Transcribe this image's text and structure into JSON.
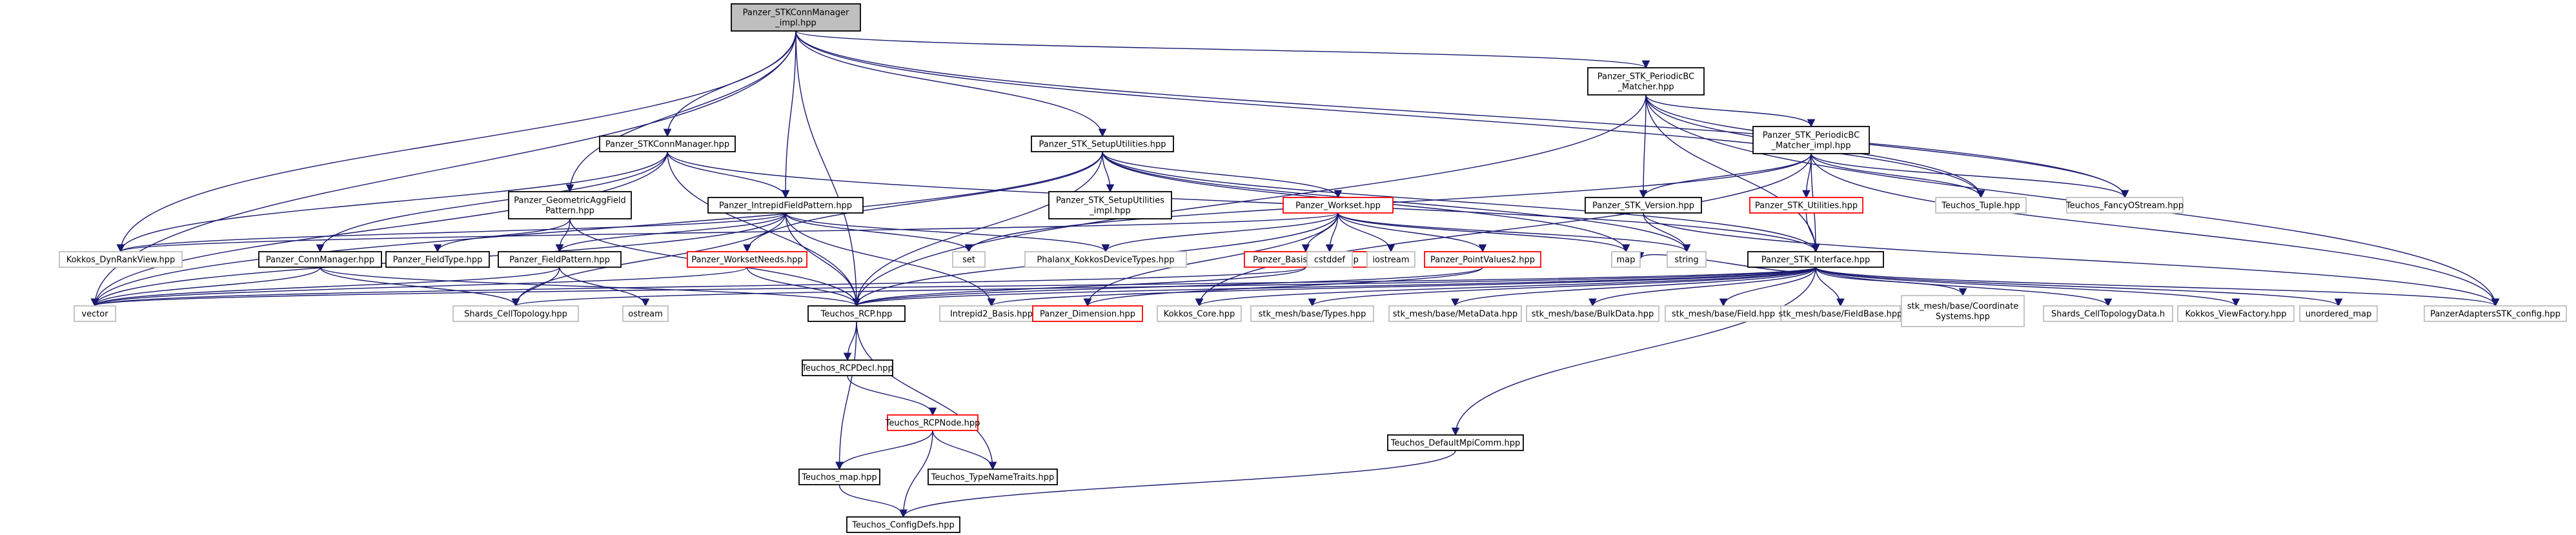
{
  "colors": {
    "root_fill": "#bfbfbf",
    "root_stroke": "#000000",
    "doc_stroke": "#000000",
    "missing_stroke": "#ff0000",
    "system_stroke": "#bfbfbf",
    "edge": "#191970",
    "background": "#ffffff"
  },
  "nodes": [
    {
      "id": "root",
      "kind": "root",
      "lines": [
        "Panzer_STKConnManager",
        "_impl.hpp"
      ]
    },
    {
      "id": "periodic",
      "kind": "doc",
      "lines": [
        "Panzer_STK_PeriodicBC",
        "_Matcher.hpp"
      ]
    },
    {
      "id": "periodic_impl",
      "kind": "doc",
      "lines": [
        "Panzer_STK_PeriodicBC",
        "_Matcher_impl.hpp"
      ]
    },
    {
      "id": "setuputil",
      "kind": "doc",
      "lines": [
        "Panzer_STK_SetupUtilities.hpp"
      ]
    },
    {
      "id": "connmgr_stk",
      "kind": "doc",
      "lines": [
        "Panzer_STKConnManager.hpp"
      ]
    },
    {
      "id": "geomagg",
      "kind": "doc",
      "lines": [
        "Panzer_GeometricAggField",
        "Pattern.hpp"
      ]
    },
    {
      "id": "intrepid_fp",
      "kind": "doc",
      "lines": [
        "Panzer_IntrepidFieldPattern.hpp"
      ]
    },
    {
      "id": "setuputil_impl",
      "kind": "doc",
      "lines": [
        "Panzer_STK_SetupUtilities",
        "_impl.hpp"
      ]
    },
    {
      "id": "workset",
      "kind": "missing",
      "lines": [
        "Panzer_Workset.hpp"
      ]
    },
    {
      "id": "stk_version",
      "kind": "doc",
      "lines": [
        "Panzer_STK_Version.hpp"
      ]
    },
    {
      "id": "stk_utilities",
      "kind": "missing",
      "lines": [
        "Panzer_STK_Utilities.hpp"
      ]
    },
    {
      "id": "tuple",
      "kind": "system",
      "lines": [
        "Teuchos_Tuple.hpp"
      ]
    },
    {
      "id": "fancyos",
      "kind": "system",
      "lines": [
        "Teuchos_FancyOStream.hpp"
      ]
    },
    {
      "id": "kokkos_dynrank",
      "kind": "system",
      "lines": [
        "Kokkos_DynRankView.hpp"
      ]
    },
    {
      "id": "connmgr",
      "kind": "doc",
      "lines": [
        "Panzer_ConnManager.hpp"
      ]
    },
    {
      "id": "fieldtype",
      "kind": "doc",
      "lines": [
        "Panzer_FieldType.hpp"
      ]
    },
    {
      "id": "fieldpattern",
      "kind": "doc",
      "lines": [
        "Panzer_FieldPattern.hpp"
      ]
    },
    {
      "id": "worksetneeds",
      "kind": "missing",
      "lines": [
        "Panzer_WorksetNeeds.hpp"
      ]
    },
    {
      "id": "set",
      "kind": "system",
      "lines": [
        "set"
      ]
    },
    {
      "id": "phalanx",
      "kind": "system",
      "lines": [
        "Phalanx_KokkosDeviceTypes.hpp"
      ]
    },
    {
      "id": "basisvalues2",
      "kind": "missing",
      "lines": [
        "Panzer_BasisValues2.hpp"
      ]
    },
    {
      "id": "cstddef",
      "kind": "system",
      "lines": [
        "cstddef"
      ]
    },
    {
      "id": "iostream",
      "kind": "system",
      "lines": [
        "iostream"
      ]
    },
    {
      "id": "pointvalues2",
      "kind": "missing",
      "lines": [
        "Panzer_PointValues2.hpp"
      ]
    },
    {
      "id": "map",
      "kind": "system",
      "lines": [
        "map"
      ]
    },
    {
      "id": "string",
      "kind": "system",
      "lines": [
        "string"
      ]
    },
    {
      "id": "stk_interface",
      "kind": "doc",
      "lines": [
        "Panzer_STK_Interface.hpp"
      ]
    },
    {
      "id": "vector",
      "kind": "system",
      "lines": [
        "vector"
      ]
    },
    {
      "id": "shards_celltop",
      "kind": "system",
      "lines": [
        "Shards_CellTopology.hpp"
      ]
    },
    {
      "id": "ostream",
      "kind": "system",
      "lines": [
        "ostream"
      ]
    },
    {
      "id": "rcp",
      "kind": "doc",
      "lines": [
        "Teuchos_RCP.hpp"
      ]
    },
    {
      "id": "intrepid_basis",
      "kind": "system",
      "lines": [
        "Intrepid2_Basis.hpp"
      ]
    },
    {
      "id": "dimension",
      "kind": "missing",
      "lines": [
        "Panzer_Dimension.hpp"
      ]
    },
    {
      "id": "kokkos_core",
      "kind": "system",
      "lines": [
        "Kokkos_Core.hpp"
      ]
    },
    {
      "id": "stk_types",
      "kind": "system",
      "lines": [
        "stk_mesh/base/Types.hpp"
      ]
    },
    {
      "id": "stk_metadata",
      "kind": "system",
      "lines": [
        "stk_mesh/base/MetaData.hpp"
      ]
    },
    {
      "id": "stk_bulkdata",
      "kind": "system",
      "lines": [
        "stk_mesh/base/BulkData.hpp"
      ]
    },
    {
      "id": "stk_field",
      "kind": "system",
      "lines": [
        "stk_mesh/base/Field.hpp"
      ]
    },
    {
      "id": "stk_fieldbase",
      "kind": "system",
      "lines": [
        "stk_mesh/base/FieldBase.hpp"
      ]
    },
    {
      "id": "stk_coordsys",
      "kind": "system",
      "lines": [
        "stk_mesh/base/Coordinate",
        "Systems.hpp"
      ]
    },
    {
      "id": "shards_celltopdata",
      "kind": "system",
      "lines": [
        "Shards_CellTopologyData.h"
      ]
    },
    {
      "id": "kokkos_viewfactory",
      "kind": "system",
      "lines": [
        "Kokkos_ViewFactory.hpp"
      ]
    },
    {
      "id": "unordered_map",
      "kind": "system",
      "lines": [
        "unordered_map"
      ]
    },
    {
      "id": "adapters_config",
      "kind": "system",
      "lines": [
        "PanzerAdaptersSTK_config.hpp"
      ]
    },
    {
      "id": "rcpdecl",
      "kind": "doc",
      "lines": [
        "Teuchos_RCPDecl.hpp"
      ]
    },
    {
      "id": "rcpnode",
      "kind": "missing",
      "lines": [
        "Teuchos_RCPNode.hpp"
      ]
    },
    {
      "id": "teuchos_map",
      "kind": "doc",
      "lines": [
        "Teuchos_map.hpp"
      ]
    },
    {
      "id": "typenametraits",
      "kind": "doc",
      "lines": [
        "Teuchos_TypeNameTraits.hpp"
      ]
    },
    {
      "id": "configdefs",
      "kind": "doc",
      "lines": [
        "Teuchos_ConfigDefs.hpp"
      ]
    },
    {
      "id": "defaultmpicomm",
      "kind": "doc",
      "lines": [
        "Teuchos_DefaultMpiComm.hpp"
      ]
    }
  ],
  "edges": [
    [
      "root",
      "periodic"
    ],
    [
      "root",
      "setuputil"
    ],
    [
      "root",
      "connmgr_stk"
    ],
    [
      "root",
      "geomagg"
    ],
    [
      "root",
      "intrepid_fp"
    ],
    [
      "root",
      "rcp"
    ],
    [
      "root",
      "vector"
    ],
    [
      "root",
      "kokkos_dynrank"
    ],
    [
      "root",
      "tuple"
    ],
    [
      "root",
      "fancyos"
    ],
    [
      "periodic",
      "periodic_impl"
    ],
    [
      "periodic",
      "stk_version"
    ],
    [
      "periodic",
      "stk_interface"
    ],
    [
      "periodic",
      "rcp"
    ],
    [
      "periodic",
      "tuple"
    ],
    [
      "periodic",
      "fancyos"
    ],
    [
      "periodic",
      "adapters_config"
    ],
    [
      "periodic_impl",
      "stk_version"
    ],
    [
      "periodic_impl",
      "stk_utilities"
    ],
    [
      "periodic_impl",
      "stk_interface"
    ],
    [
      "periodic_impl",
      "tuple"
    ],
    [
      "periodic_impl",
      "fancyos"
    ],
    [
      "periodic_impl",
      "set"
    ],
    [
      "periodic_impl",
      "kokkos_core"
    ],
    [
      "periodic_impl",
      "adapters_config"
    ],
    [
      "setuputil",
      "setuputil_impl"
    ],
    [
      "setuputil",
      "workset"
    ],
    [
      "setuputil",
      "stk_interface"
    ],
    [
      "setuputil",
      "rcp"
    ],
    [
      "setuputil",
      "worksetneeds"
    ],
    [
      "setuputil",
      "vector"
    ],
    [
      "setuputil",
      "string"
    ],
    [
      "setuputil",
      "map"
    ],
    [
      "connmgr_stk",
      "connmgr"
    ],
    [
      "connmgr_stk",
      "intrepid_fp"
    ],
    [
      "connmgr_stk",
      "rcp"
    ],
    [
      "connmgr_stk",
      "stk_interface"
    ],
    [
      "connmgr_stk",
      "kokkos_dynrank"
    ],
    [
      "connmgr_stk",
      "vector"
    ],
    [
      "geomagg",
      "fieldpattern"
    ],
    [
      "geomagg",
      "fieldtype"
    ],
    [
      "geomagg",
      "rcp"
    ],
    [
      "intrepid_fp",
      "fieldpattern"
    ],
    [
      "intrepid_fp",
      "rcp"
    ],
    [
      "intrepid_fp",
      "intrepid_basis"
    ],
    [
      "intrepid_fp",
      "set"
    ],
    [
      "intrepid_fp",
      "phalanx"
    ],
    [
      "intrepid_fp",
      "kokkos_dynrank"
    ],
    [
      "intrepid_fp",
      "vector"
    ],
    [
      "intrepid_fp",
      "shards_celltop"
    ],
    [
      "workset",
      "basisvalues2"
    ],
    [
      "workset",
      "pointvalues2"
    ],
    [
      "workset",
      "cstddef"
    ],
    [
      "workset",
      "iostream"
    ],
    [
      "workset",
      "phalanx"
    ],
    [
      "workset",
      "dimension"
    ],
    [
      "workset",
      "rcp"
    ],
    [
      "workset",
      "map"
    ],
    [
      "workset",
      "string"
    ],
    [
      "workset",
      "kokkos_dynrank"
    ],
    [
      "basisvalues2",
      "rcp"
    ],
    [
      "basisvalues2",
      "vector"
    ],
    [
      "pointvalues2",
      "rcp"
    ],
    [
      "pointvalues2",
      "dimension"
    ],
    [
      "worksetneeds",
      "rcp"
    ],
    [
      "worksetneeds",
      "vector"
    ],
    [
      "connmgr",
      "rcp"
    ],
    [
      "connmgr",
      "vector"
    ],
    [
      "connmgr",
      "shards_celltop"
    ],
    [
      "fieldpattern",
      "vector"
    ],
    [
      "fieldpattern",
      "ostream"
    ],
    [
      "fieldpattern",
      "shards_celltop"
    ],
    [
      "stk_version",
      "string"
    ],
    [
      "stk_version",
      "adapters_config"
    ],
    [
      "stk_utilities",
      "stk_interface"
    ],
    [
      "stk_interface",
      "rcp"
    ],
    [
      "stk_interface",
      "kokkos_core"
    ],
    [
      "stk_interface",
      "stk_types"
    ],
    [
      "stk_interface",
      "stk_metadata"
    ],
    [
      "stk_interface",
      "stk_bulkdata"
    ],
    [
      "stk_interface",
      "stk_field"
    ],
    [
      "stk_interface",
      "stk_fieldbase"
    ],
    [
      "stk_interface",
      "stk_coordsys"
    ],
    [
      "stk_interface",
      "shards_celltopdata"
    ],
    [
      "stk_interface",
      "kokkos_viewfactory"
    ],
    [
      "stk_interface",
      "unordered_map"
    ],
    [
      "stk_interface",
      "adapters_config"
    ],
    [
      "stk_interface",
      "defaultmpicomm"
    ],
    [
      "stk_interface",
      "shards_celltop"
    ],
    [
      "stk_interface",
      "intrepid_basis"
    ],
    [
      "stk_interface",
      "vector"
    ],
    [
      "stk_interface",
      "map"
    ],
    [
      "rcp",
      "rcpdecl"
    ],
    [
      "rcp",
      "teuchos_map"
    ],
    [
      "rcp",
      "typenametraits"
    ],
    [
      "rcpdecl",
      "rcpnode"
    ],
    [
      "rcpnode",
      "teuchos_map"
    ],
    [
      "rcpnode",
      "typenametraits"
    ],
    [
      "rcpnode",
      "configdefs"
    ],
    [
      "teuchos_map",
      "configdefs"
    ],
    [
      "defaultmpicomm",
      "configdefs"
    ]
  ]
}
